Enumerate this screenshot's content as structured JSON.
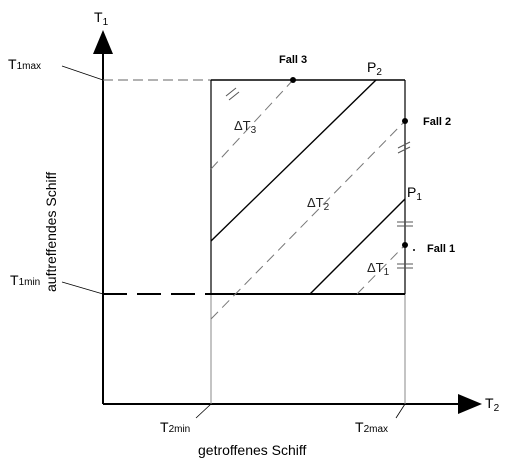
{
  "axes": {
    "y_axis_label": "T",
    "y_axis_sub": "1",
    "x_axis_label": "T",
    "x_axis_sub": "2",
    "y_title": "auftreffendes Schiff",
    "x_title": "getroffenes Schiff"
  },
  "ticks": {
    "t1max_main": "T",
    "t1max_sub": "1max",
    "t1min_main": "T",
    "t1min_sub": "1min",
    "t2min_main": "T",
    "t2min_sub": "2min",
    "t2max_main": "T",
    "t2max_sub": "2max"
  },
  "points": {
    "p1_main": "P",
    "p1_sub": "1",
    "p2_main": "P",
    "p2_sub": "2"
  },
  "cases": {
    "fall1": "Fall 1",
    "fall2": "Fall 2",
    "fall3": "Fall 3"
  },
  "deltas": {
    "d1_main": "ΔT",
    "d1_sub": "1",
    "d2_main": "ΔT",
    "d2_sub": "2",
    "d3_main": "ΔT",
    "d3_sub": "3"
  }
}
